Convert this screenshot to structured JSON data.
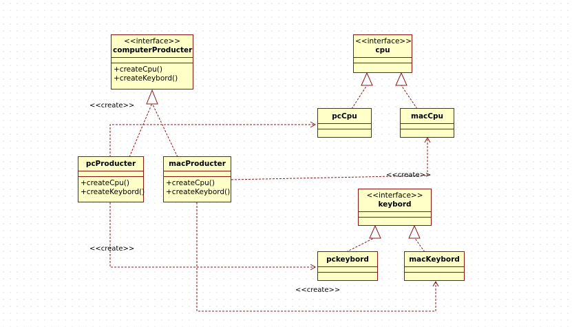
{
  "stereotype_interface": "<<interface>>",
  "create_label": "<<create>>",
  "classes": {
    "computerProducter": {
      "name": "computerProducter",
      "ops": [
        "+createCpu()",
        "+createKeybord()"
      ]
    },
    "cpu": {
      "name": "cpu"
    },
    "pcCpu": {
      "name": "pcCpu"
    },
    "macCpu": {
      "name": "macCpu"
    },
    "pcProducter": {
      "name": "pcProducter",
      "ops": [
        "+createCpu()",
        "+createKeybord()"
      ]
    },
    "macProducter": {
      "name": "macProducter",
      "ops": [
        "+createCpu()",
        "+createKeybord()"
      ]
    },
    "keybord": {
      "name": "keybord"
    },
    "pckeybord": {
      "name": "pckeybord"
    },
    "macKeybord": {
      "name": "macKeybord"
    }
  },
  "colors": {
    "border": "#8c1414",
    "fill": "#ffffc8",
    "line": "#8c1414"
  }
}
